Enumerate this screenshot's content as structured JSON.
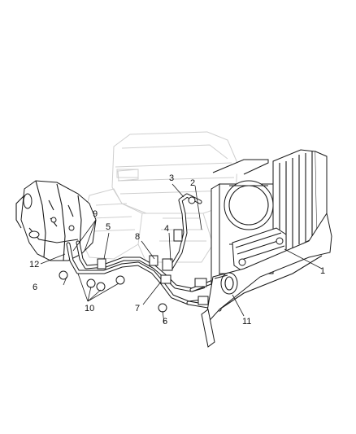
{
  "diagram": {
    "callouts": [
      {
        "id": "1",
        "text": "1"
      },
      {
        "id": "2",
        "text": "2"
      },
      {
        "id": "3",
        "text": "3"
      },
      {
        "id": "4",
        "text": "4"
      },
      {
        "id": "5",
        "text": "5"
      },
      {
        "id": "6a",
        "text": "6"
      },
      {
        "id": "6b",
        "text": "6"
      },
      {
        "id": "7",
        "text": "7"
      },
      {
        "id": "8",
        "text": "8"
      },
      {
        "id": "9",
        "text": "9"
      },
      {
        "id": "10",
        "text": "10"
      },
      {
        "id": "11",
        "text": "11"
      },
      {
        "id": "12",
        "text": "12"
      }
    ]
  }
}
